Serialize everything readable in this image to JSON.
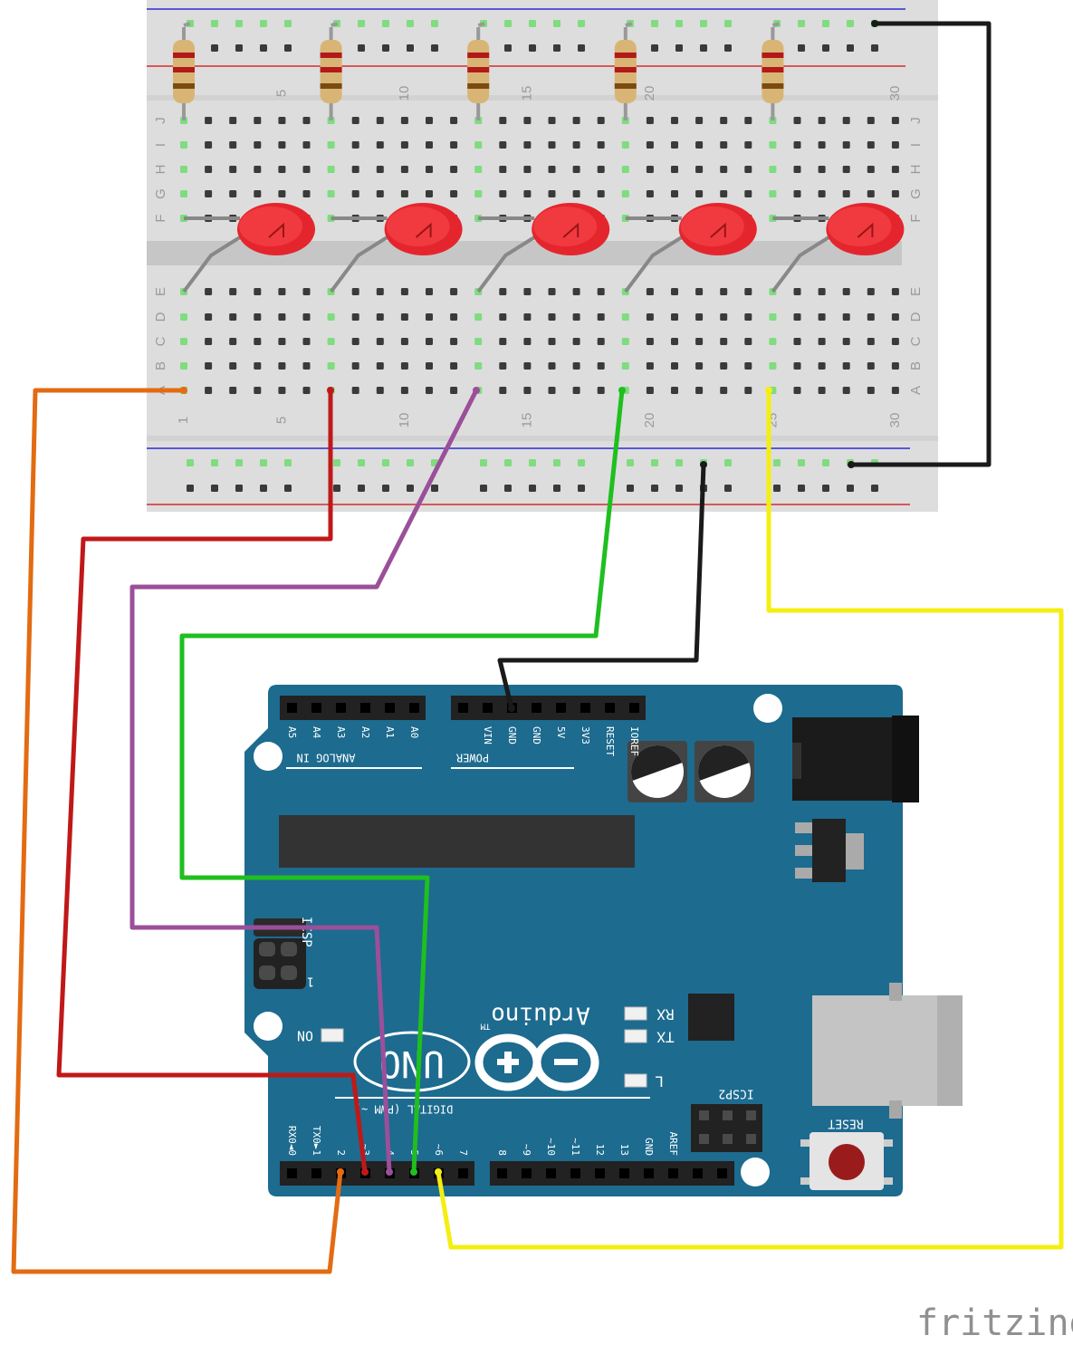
{
  "breadboard": {
    "row_labels": [
      "J",
      "I",
      "H",
      "G",
      "F",
      "E",
      "D",
      "C",
      "B",
      "A"
    ],
    "column_numbers": [
      "1",
      "5",
      "10",
      "15",
      "20",
      "25",
      "30"
    ]
  },
  "arduino": {
    "brand": "Arduino",
    "trademark": "TM",
    "model": "UNO",
    "on_label": "ON",
    "rx_label": "RX",
    "tx_label": "TX",
    "l_label": "L",
    "reset_label": "RESET",
    "icsp_label": "ICSP",
    "icsp2_label": "ICSP2",
    "icsp_side_1": "1",
    "analog_in_label": "ANALOG IN",
    "power_label": "POWER",
    "digital_label": "DIGITAL (PWM ~)",
    "analog_pins": [
      "A5",
      "A4",
      "A3",
      "A2",
      "A1",
      "A0"
    ],
    "power_pins": [
      "VIN",
      "GND",
      "GND",
      "5V",
      "3V3",
      "RESET",
      "IOREF"
    ],
    "digital_pins": [
      "RX0◄0",
      "TX0►1",
      "2",
      "~3",
      "4",
      "~5",
      "~6",
      "7",
      "8",
      "~9",
      "~10",
      "~11",
      "12",
      "13",
      "GND",
      "AREF"
    ]
  },
  "wires": [
    {
      "name": "orange-wire",
      "color": "#e36b12"
    },
    {
      "name": "red-wire",
      "color": "#c01818"
    },
    {
      "name": "purple-wire",
      "color": "#9b4f9a"
    },
    {
      "name": "green-wire",
      "color": "#1fbf1f"
    },
    {
      "name": "yellow-wire",
      "color": "#f4ee12"
    },
    {
      "name": "black-ground-wire",
      "color": "#1a1a1a"
    }
  ],
  "footer": {
    "brand": "fritzing"
  }
}
